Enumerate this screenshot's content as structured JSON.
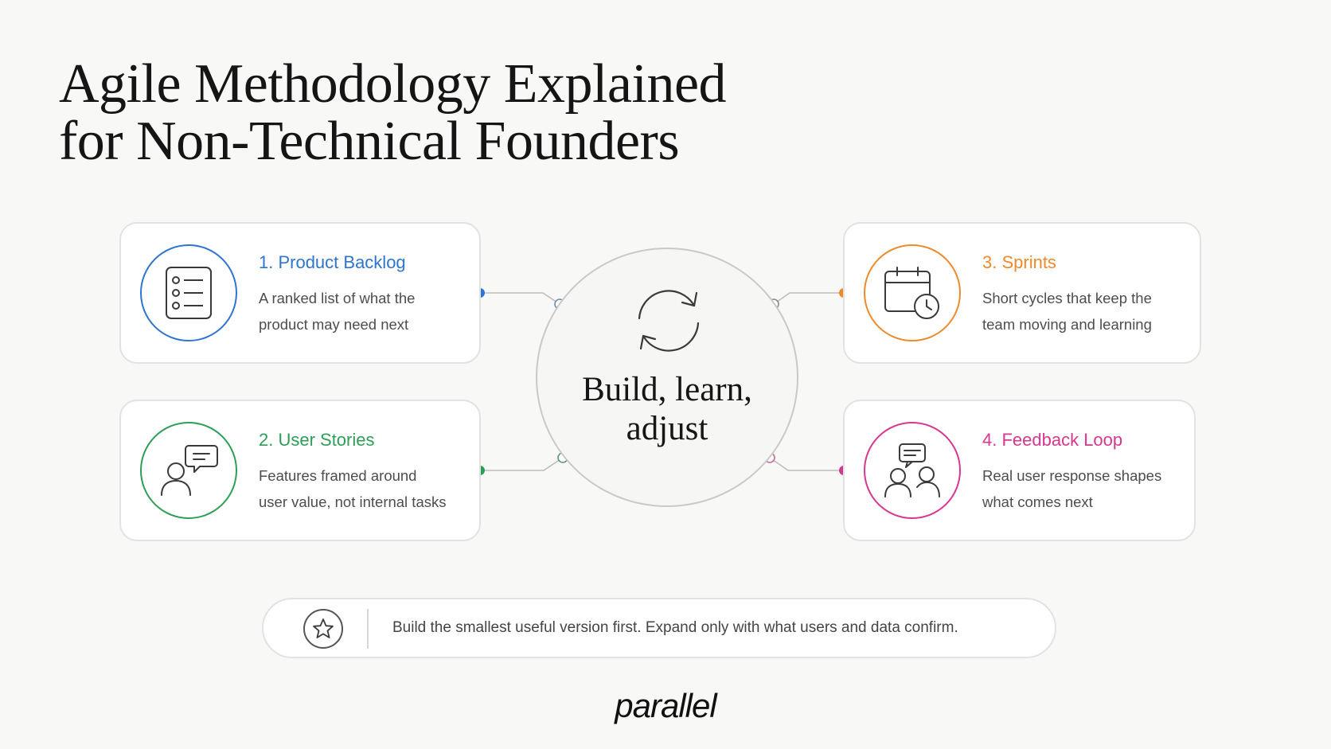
{
  "title": {
    "line1": "Agile Methodology Explained",
    "line2": "for Non-Technical Founders"
  },
  "hub": {
    "icon": "cycle-arrows-icon",
    "line1": "Build, learn,",
    "line2": "adjust"
  },
  "cards": [
    {
      "heading": "1. Product Backlog",
      "desc1": "A ranked list of what the",
      "desc2": "product may need next",
      "color": "#2f74d0",
      "icon": "list-icon"
    },
    {
      "heading": "2. User Stories",
      "desc1": "Features framed around",
      "desc2": "user value, not internal tasks",
      "color": "#2e9e57",
      "icon": "user-chat-icon"
    },
    {
      "heading": "3. Sprints",
      "desc1": "Short cycles that keep the",
      "desc2": "team moving and learning",
      "color": "#ef8a2b",
      "icon": "calendar-clock-icon"
    },
    {
      "heading": "4. Feedback Loop",
      "desc1": "Real user response shapes",
      "desc2": "what comes next",
      "color": "#d6388f",
      "icon": "group-chat-icon"
    }
  ],
  "tip": {
    "icon": "star-icon",
    "text": "Build the smallest useful version first. Expand only with what users and data confirm."
  },
  "logo": {
    "text": "parallel"
  }
}
